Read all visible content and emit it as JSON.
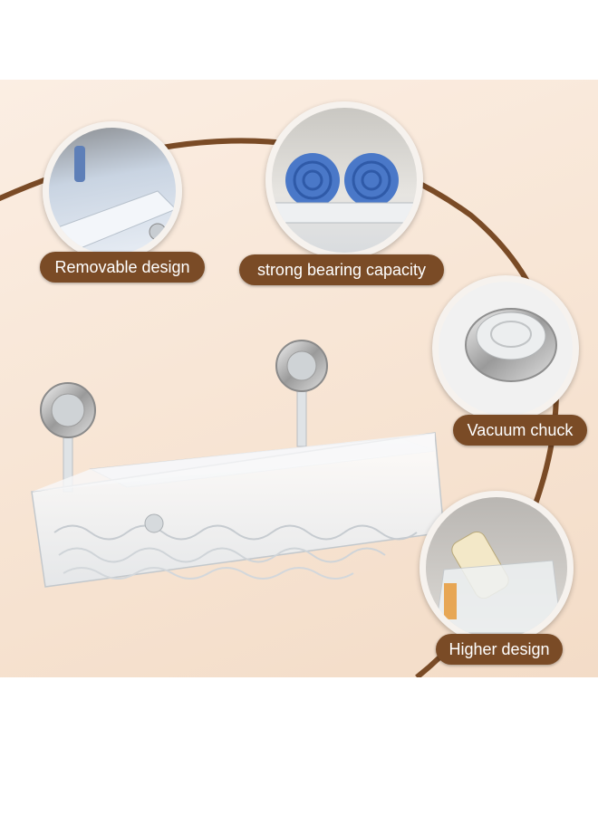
{
  "features": [
    {
      "label": "Removable design"
    },
    {
      "label": "strong bearing capacity"
    },
    {
      "label": "Vacuum chuck"
    },
    {
      "label": "Higher design"
    }
  ],
  "colors": {
    "label_background": "#7a4b26",
    "arc": "#7a4b26",
    "background": "#f8e6d6"
  },
  "icons": [
    "suction-cup-icon",
    "shelf-image"
  ]
}
